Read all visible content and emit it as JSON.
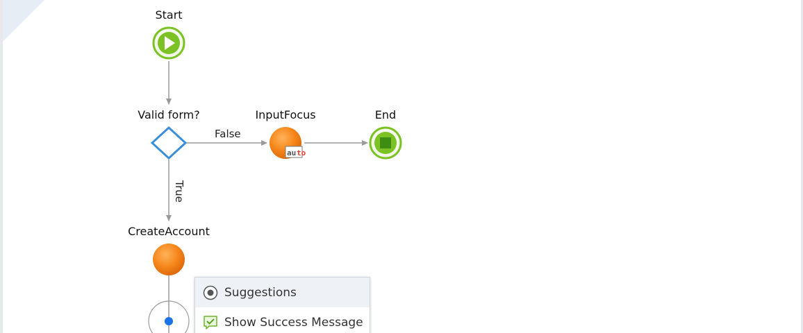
{
  "flow": {
    "nodes": {
      "start": {
        "label": "Start"
      },
      "valid_form": {
        "label": "Valid form?"
      },
      "input_focus": {
        "label": "InputFocus",
        "badge": "auto"
      },
      "end": {
        "label": "End"
      },
      "create_account": {
        "label": "CreateAccount"
      }
    },
    "edges": {
      "false_label": "False",
      "true_label": "True"
    }
  },
  "popup": {
    "header": "Suggestions",
    "items": [
      {
        "label": "Show Success Message",
        "icon": "message-check-icon"
      }
    ]
  },
  "colors": {
    "start_end_green": "#7cc225",
    "orange_node": "#f28a1c",
    "diamond_blue": "#3b8fd9",
    "drop_point_blue": "#1a73e8",
    "arrow_gray": "#9a9a9a"
  }
}
